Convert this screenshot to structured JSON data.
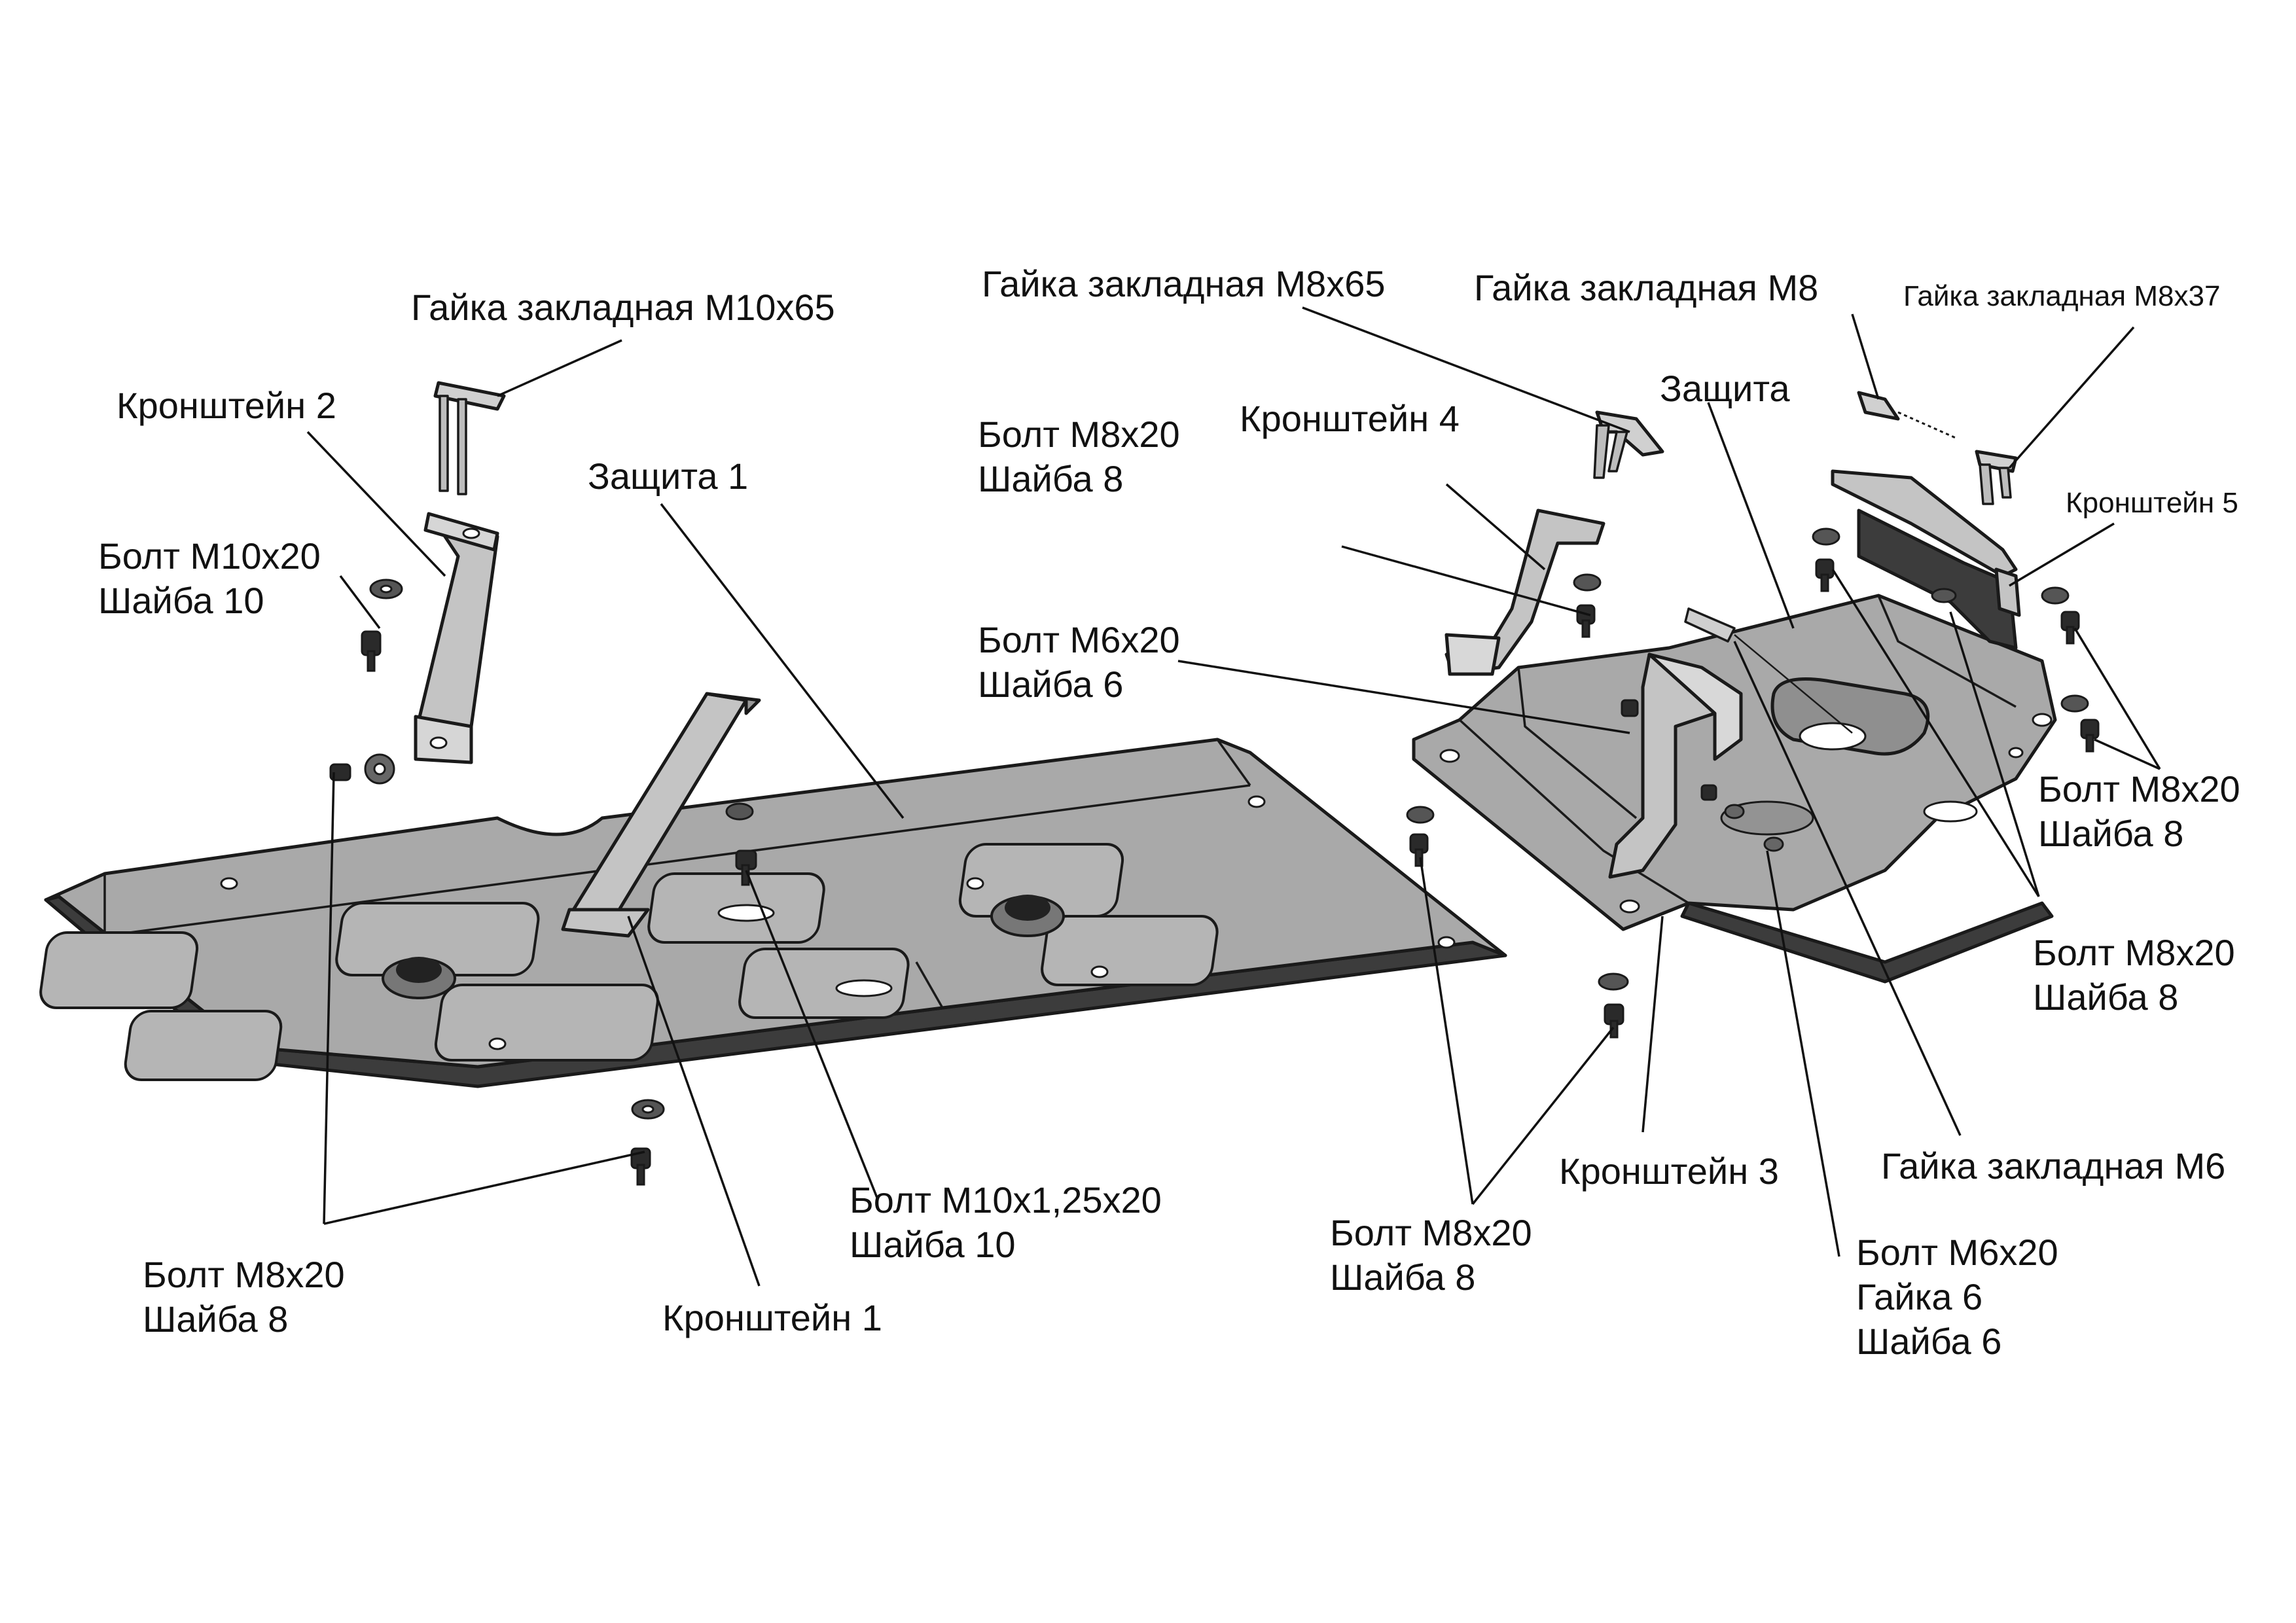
{
  "labels": {
    "nut_m10x65": "Гайка закладная М10х65",
    "bracket_2": "Кронштейн 2",
    "guard_1": "Защита 1",
    "bolt_m10x20_a": "Болт М10х20",
    "washer_10_a": "Шайба 10",
    "bolt_m8x20_left": "Болт М8х20",
    "washer_8_left": "Шайба 8",
    "bracket_1": "Кронштейн 1",
    "bolt_m10x125x20": "Болт М10х1,25х20",
    "washer_10_b": "Шайба 10",
    "nut_m8x65": "Гайка закладная М8х65",
    "nut_m8": "Гайка закладная М8",
    "nut_m8x37": "Гайка закладная М8х37",
    "guard": "Защита",
    "bracket_4": "Кронштейн 4",
    "bolt_m8x20_b": "Болт М8х20",
    "washer_8_b": "Шайба 8",
    "bolt_m6x20_a": "Болт М6х20",
    "washer_6_a": "Шайба 6",
    "bracket_5": "Кронштейн 5",
    "bolt_m8x20_c": "Болт М8х20",
    "washer_8_c": "Шайба 8",
    "bolt_m8x20_d": "Болт М8х20",
    "washer_8_d": "Шайба 8",
    "nut_m6": "Гайка закладная М6",
    "bracket_3": "Кронштейн 3",
    "bolt_m8x20_e": "Болт М8х20",
    "washer_8_e": "Шайба 8",
    "bolt_m6x20_b": "Болт М6х20",
    "nut_6": "Гайка 6",
    "washer_6_b": "Шайба 6"
  },
  "colors": {
    "plate_top": "#a9a9a9",
    "plate_side": "#3c3c3c",
    "bracket": "#c4c4c4",
    "outline": "#1a1a1a"
  }
}
